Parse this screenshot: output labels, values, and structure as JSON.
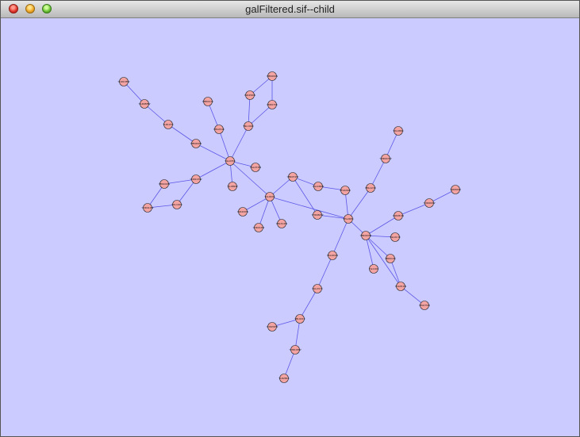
{
  "window": {
    "title": "galFiltered.sif--child",
    "background_color": "#cccbff",
    "node_color": "#f4a3a3",
    "edge_color": "#5a57e6"
  },
  "controls": {
    "close": "close-icon",
    "minimize": "minimize-icon",
    "zoom": "zoom-icon"
  },
  "graph": {
    "nodes": [
      {
        "id": "n1",
        "label": "YGR138W"
      },
      {
        "id": "n2",
        "label": "YGR088W"
      },
      {
        "id": "n3",
        "label": "YLR123C"
      },
      {
        "id": "n4",
        "label": "YPR062W"
      },
      {
        "id": "n5",
        "label": "YGL035C"
      },
      {
        "id": "n6",
        "label": "YMR021C"
      },
      {
        "id": "n7",
        "label": "YML054C"
      },
      {
        "id": "n8",
        "label": "YNL199C"
      },
      {
        "id": "n9",
        "label": "YLR256W"
      },
      {
        "id": "n10",
        "label": "YPR009W"
      },
      {
        "id": "n11",
        "label": "YDR070C"
      },
      {
        "id": "n12",
        "label": "YGL073W"
      },
      {
        "id": "n13",
        "label": "YDR103W"
      },
      {
        "id": "n14",
        "label": "YER102W"
      },
      {
        "id": "n15",
        "label": "YDR412W"
      },
      {
        "id": "n16",
        "label": "YDL190C"
      },
      {
        "id": "n17",
        "label": "YJL089W"
      },
      {
        "id": "n18",
        "label": "YLR432W"
      },
      {
        "id": "n19",
        "label": "YAL040C"
      },
      {
        "id": "n20",
        "label": "YOR212W"
      },
      {
        "id": "n21",
        "label": "YNL312W"
      },
      {
        "id": "n22",
        "label": "YBR072W"
      },
      {
        "id": "n23",
        "label": "YGL166W"
      },
      {
        "id": "n24",
        "label": "YHR084W"
      },
      {
        "id": "n25",
        "label": "YFL026W"
      },
      {
        "id": "n26",
        "label": "YML123C"
      },
      {
        "id": "n27",
        "label": "YMR043W"
      },
      {
        "id": "n28",
        "label": "YOL086C"
      },
      {
        "id": "n29",
        "label": "YPL248C"
      },
      {
        "id": "n30",
        "label": "YBR020W"
      },
      {
        "id": "n31",
        "label": "YLR081W"
      },
      {
        "id": "n32",
        "label": "YDR009W"
      },
      {
        "id": "n33",
        "label": "YJR060W"
      },
      {
        "id": "n34",
        "label": "YGL013C"
      },
      {
        "id": "n35",
        "label": "YBR019C"
      },
      {
        "id": "n36",
        "label": "YJL110C"
      },
      {
        "id": "n37",
        "label": "YOL051W"
      },
      {
        "id": "n38",
        "label": "YPL075W"
      },
      {
        "id": "n39",
        "label": "YKL109W"
      },
      {
        "id": "n40",
        "label": "YGL237C"
      },
      {
        "id": "n41",
        "label": "YBL021C"
      },
      {
        "id": "n42",
        "label": "YOR202W"
      },
      {
        "id": "n43",
        "label": "YMR108W"
      },
      {
        "id": "n44",
        "label": "YLR284C"
      },
      {
        "id": "n45",
        "label": "YLR044C"
      },
      {
        "id": "n46",
        "label": "YNL216W"
      },
      {
        "id": "n47",
        "label": "YCL030C"
      },
      {
        "id": "n48",
        "label": "YER111C"
      }
    ]
  }
}
